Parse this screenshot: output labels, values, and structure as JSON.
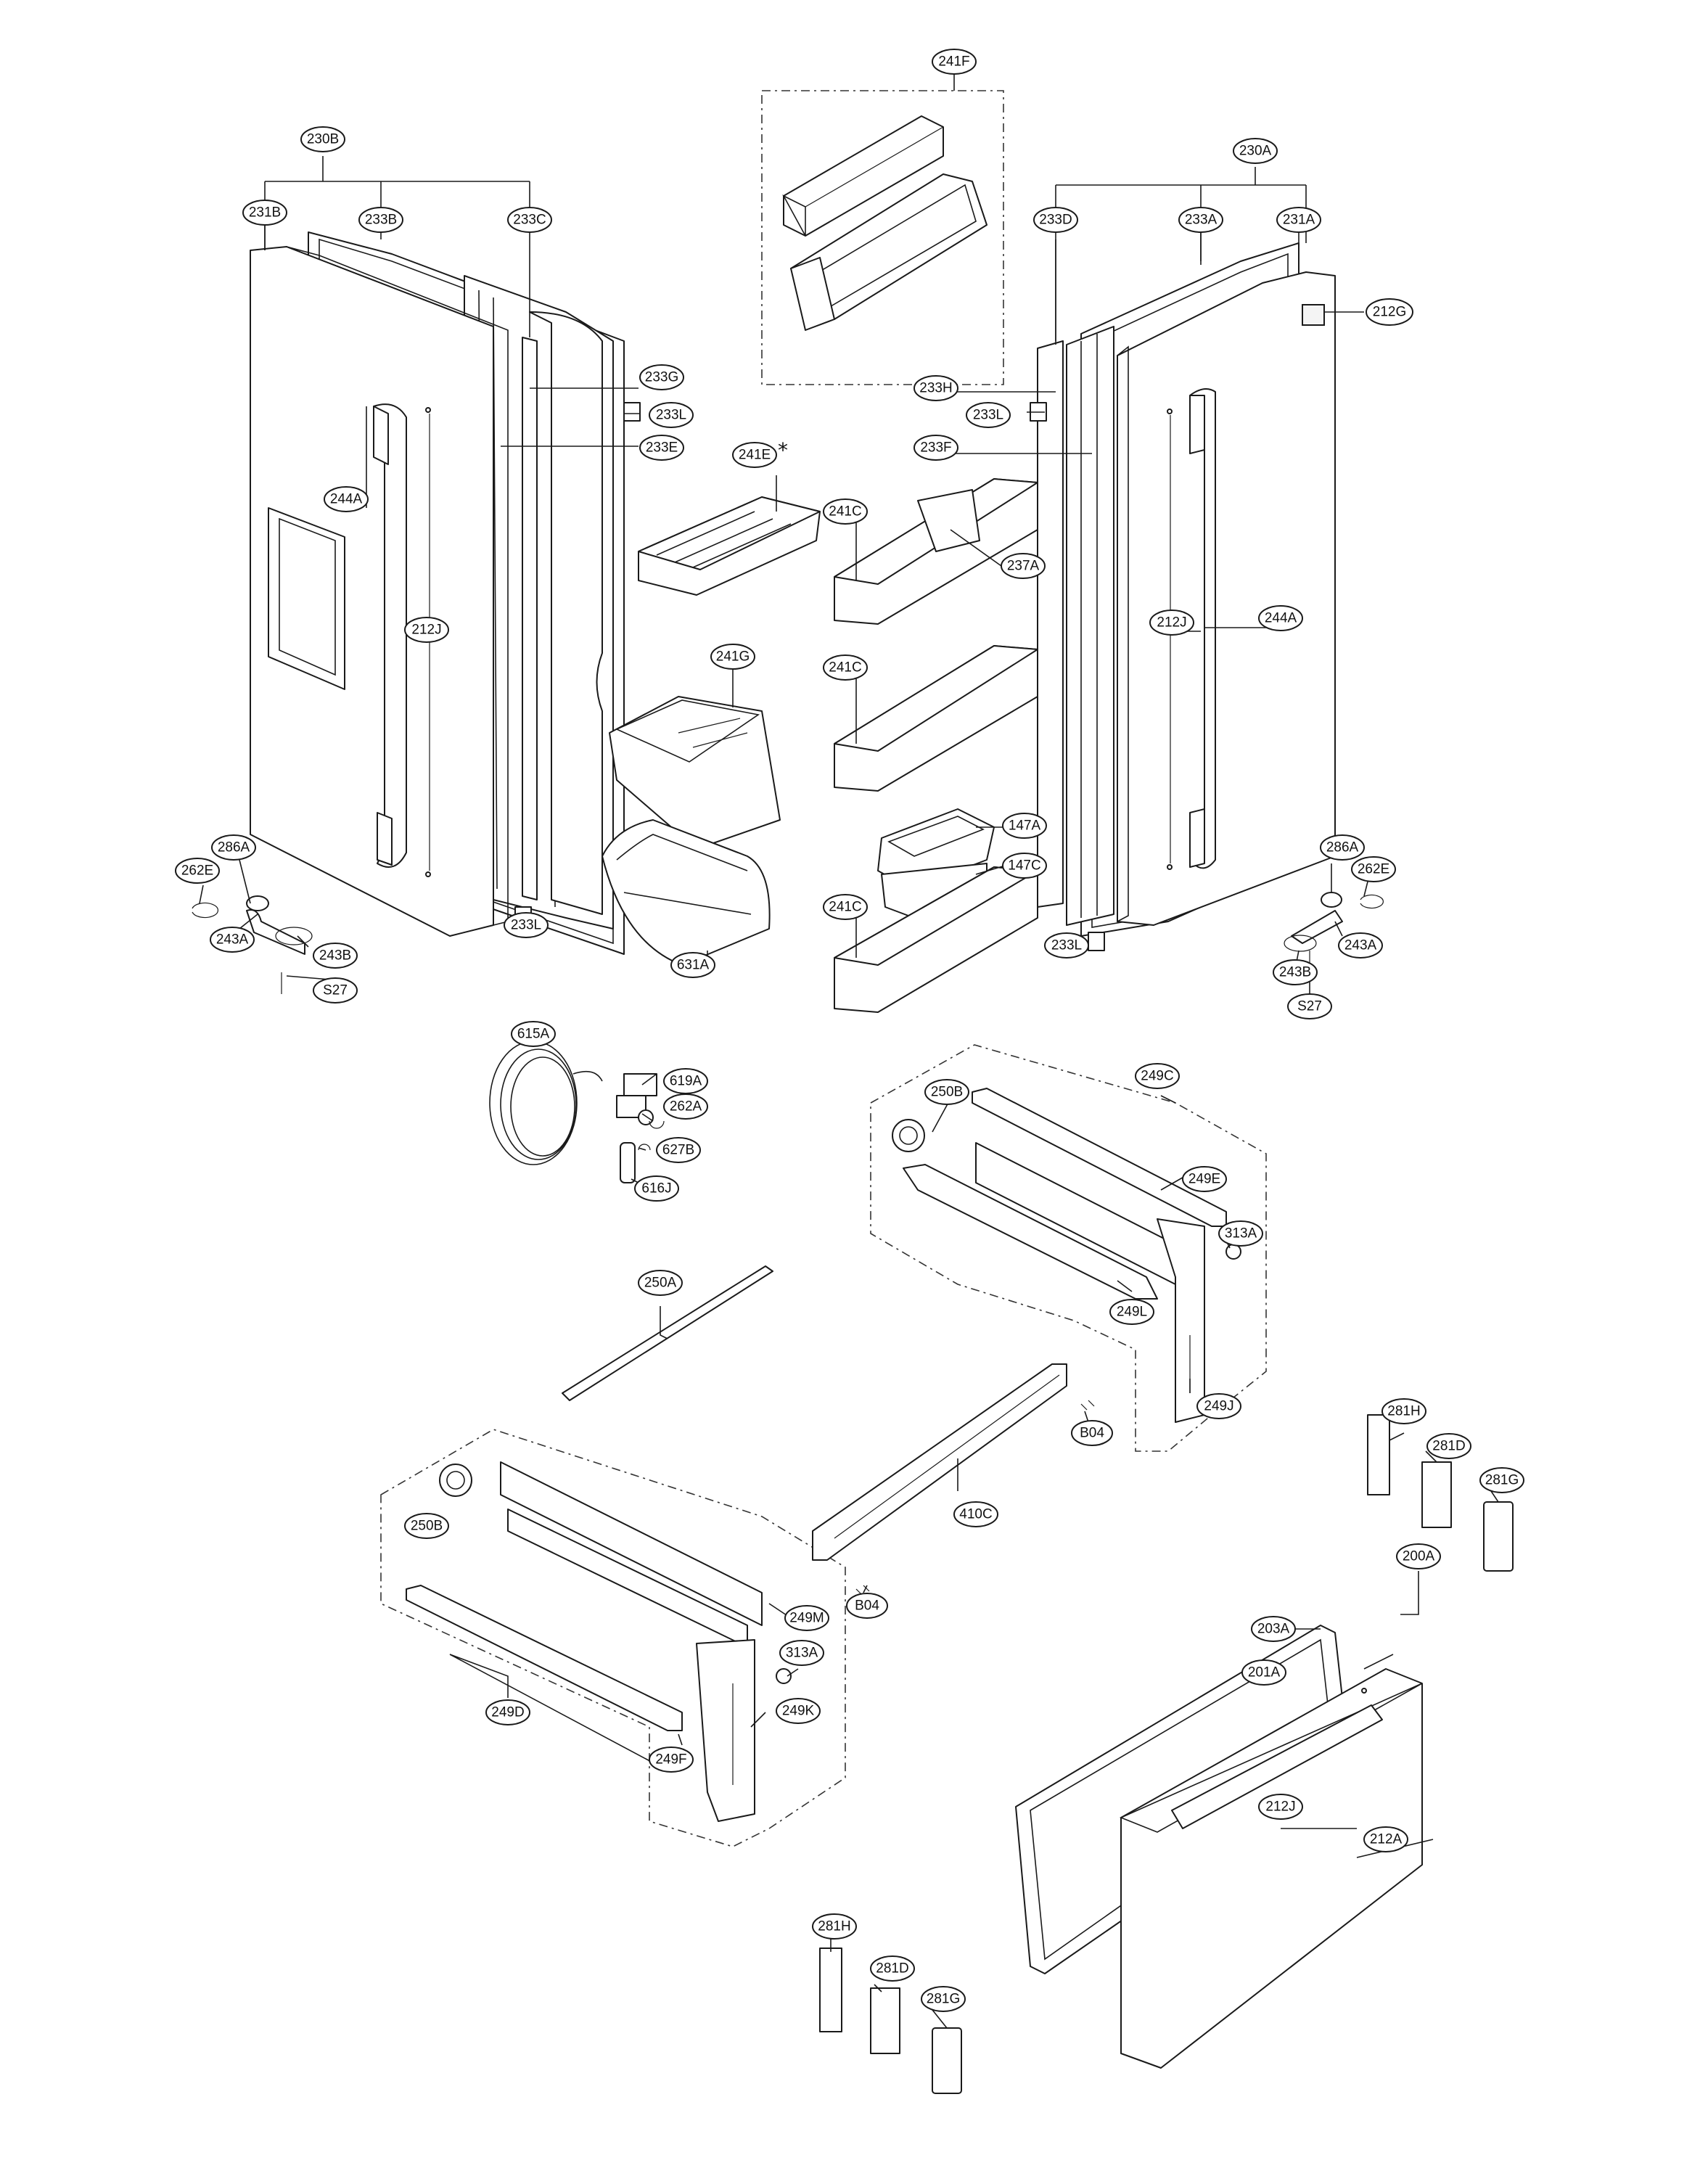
{
  "labels": {
    "l241F": "241F",
    "l230B": "230B",
    "l230A": "230A",
    "l231B": "231B",
    "l233B": "233B",
    "l233C": "233C",
    "l233D": "233D",
    "l233A": "233A",
    "l231A": "231A",
    "l212G": "212G",
    "l233G": "233G",
    "l233H": "233H",
    "l233L_1": "233L",
    "l233L_2": "233L",
    "l233L_3": "233L",
    "l233L_4": "233L",
    "l233E": "233E",
    "l233F": "233F",
    "l241E": "241E",
    "star": "*",
    "l244A_1": "244A",
    "l244A_2": "244A",
    "l212J_1": "212J",
    "l212J_2": "212J",
    "l212J_3": "212J",
    "l241C_1": "241C",
    "l241C_2": "241C",
    "l241C_3": "241C",
    "l237A": "237A",
    "l241G": "241G",
    "l147A": "147A",
    "l147C": "147C",
    "l631A": "631A",
    "l286A_1": "286A",
    "l286A_2": "286A",
    "l262E_1": "262E",
    "l262E_2": "262E",
    "l243A_1": "243A",
    "l243A_2": "243A",
    "l243B_1": "243B",
    "l243B_2": "243B",
    "lS27_1": "S27",
    "lS27_2": "S27",
    "l615A": "615A",
    "l619A": "619A",
    "l262A": "262A",
    "l627B": "627B",
    "l616J": "616J",
    "l249C": "249C",
    "l250B_1": "250B",
    "l250B_2": "250B",
    "l249E": "249E",
    "l313A_1": "313A",
    "l313A_2": "313A",
    "l249L": "249L",
    "l249J": "249J",
    "l250A": "250A",
    "lB04_1": "B04",
    "lB04_2": "B04",
    "l410C": "410C",
    "l281H_1": "281H",
    "l281H_2": "281H",
    "l281D_1": "281D",
    "l281D_2": "281D",
    "l281G_1": "281G",
    "l281G_2": "281G",
    "l249M": "249M",
    "l249K": "249K",
    "l249D": "249D",
    "l249F": "249F",
    "l200A": "200A",
    "l203A": "203A",
    "l201A": "201A",
    "l212A": "212A"
  }
}
